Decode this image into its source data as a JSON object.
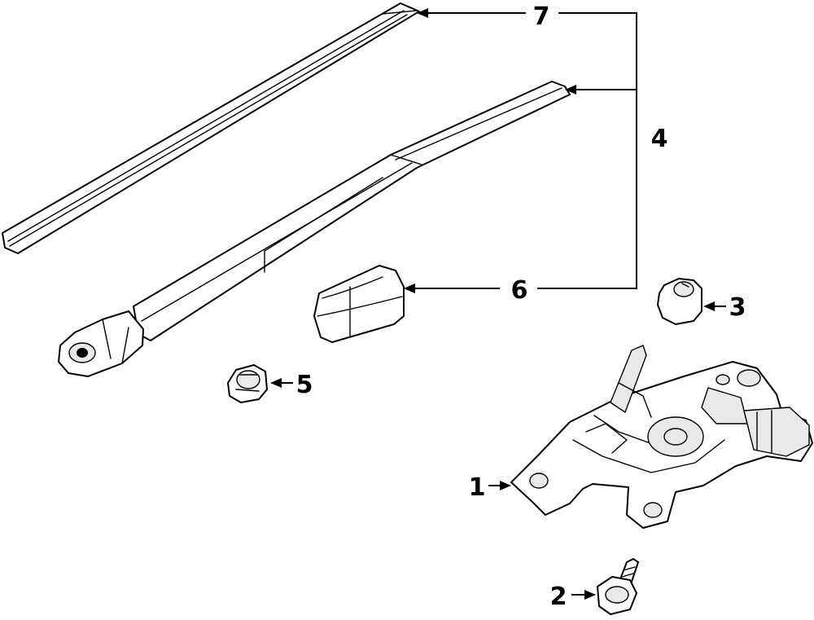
{
  "diagram": {
    "parts": [
      {
        "key": "motor",
        "number": "1"
      },
      {
        "key": "bolt",
        "number": "2"
      },
      {
        "key": "cap",
        "number": "3"
      },
      {
        "key": "arm_assembly",
        "number": "4"
      },
      {
        "key": "nut",
        "number": "5"
      },
      {
        "key": "arm_cover",
        "number": "6"
      },
      {
        "key": "blade",
        "number": "7"
      }
    ]
  }
}
